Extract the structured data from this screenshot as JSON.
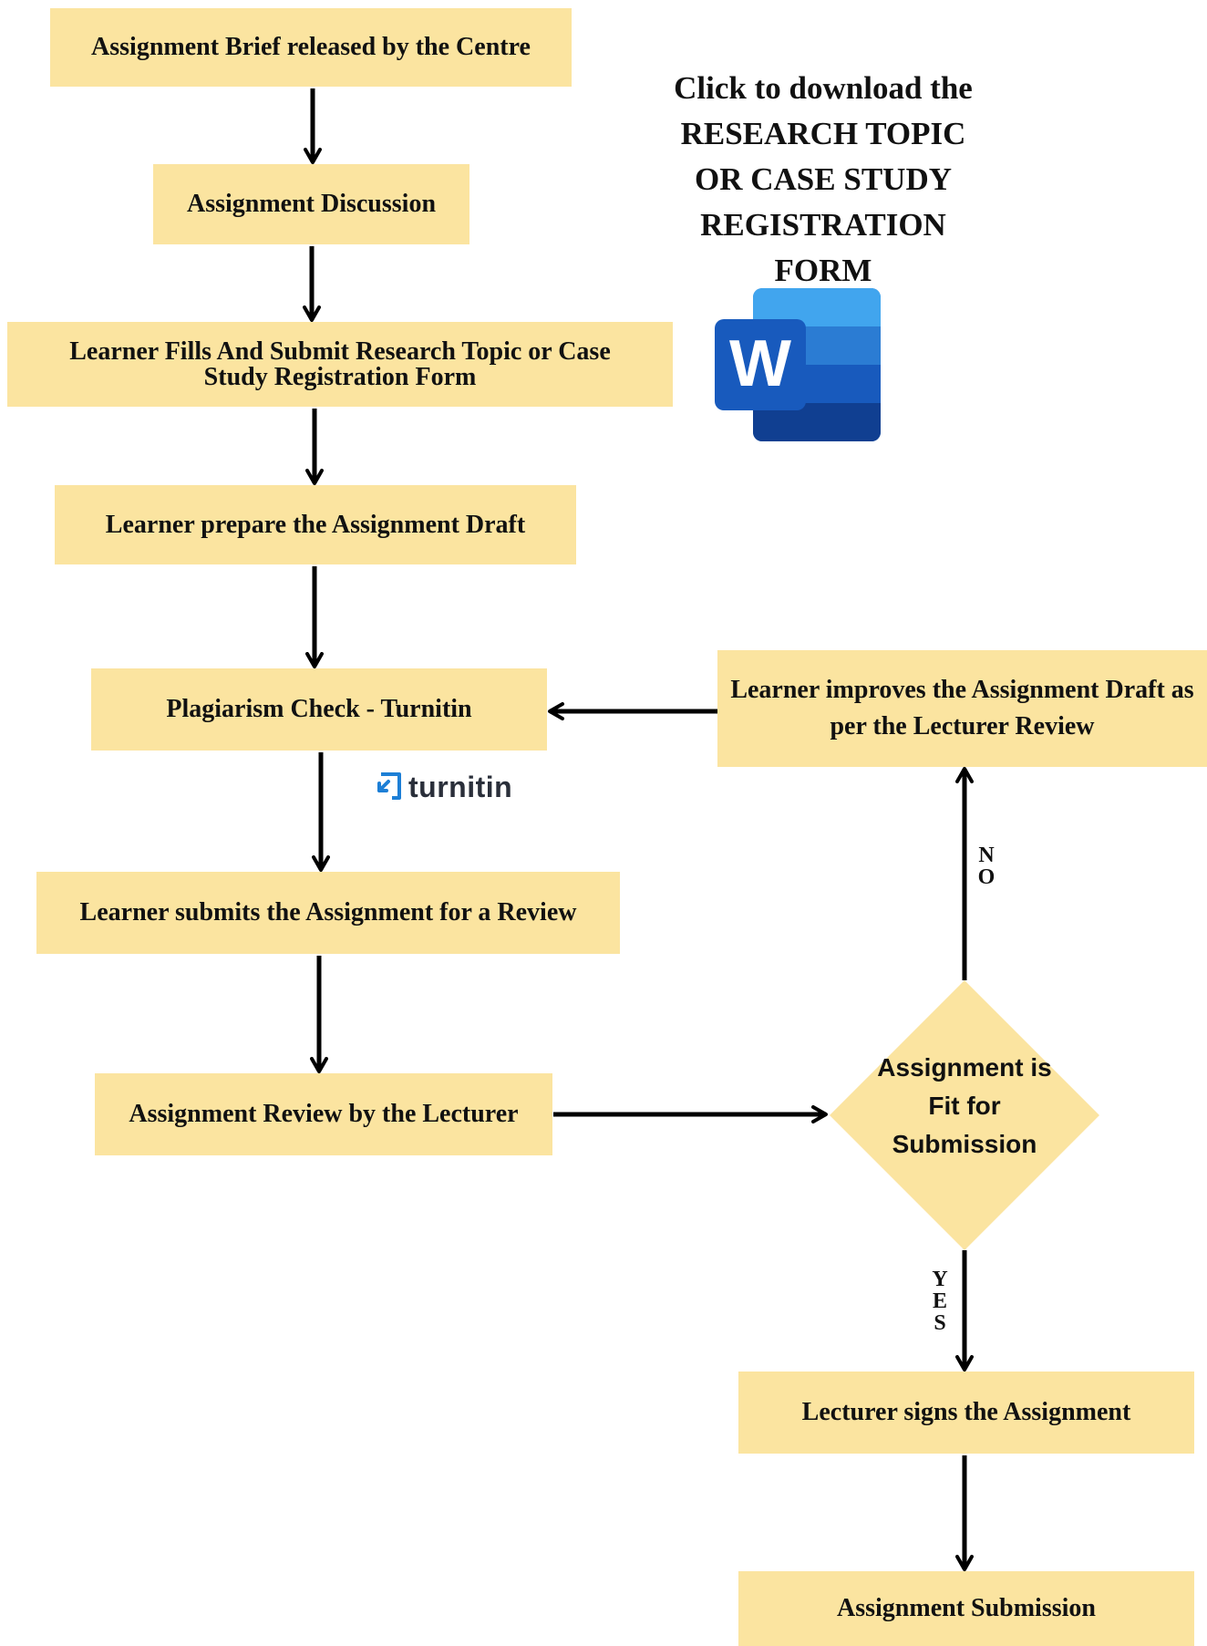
{
  "flowchart": {
    "steps": {
      "brief": "Assignment Brief released by the Centre",
      "discussion": "Assignment Discussion",
      "registration": "Learner Fills And Submit Research Topic or Case Study Registration Form",
      "draft": "Learner prepare the Assignment Draft",
      "plagiarism": "Plagiarism Check - Turnitin",
      "submit_review": "Learner submits the Assignment for a Review",
      "lecturer_review": "Assignment Review by the Lecturer",
      "improve": "Learner improves the Assignment Draft as per the Lecturer Review",
      "sign": "Lecturer signs the Assignment",
      "submission": "Assignment Submission"
    },
    "decision": {
      "line1": "Assignment is",
      "line2": "Fit for",
      "line3": "Submission"
    },
    "labels": {
      "no": [
        "N",
        "O"
      ],
      "yes": [
        "Y",
        "E",
        "S"
      ]
    }
  },
  "download": {
    "lines": [
      "Click to download the",
      "RESEARCH TOPIC",
      "OR CASE STUDY",
      "REGISTRATION",
      "FORM"
    ],
    "icon": "word-document-icon",
    "icon_letter": "W"
  },
  "turnitin": {
    "logo_text": "turnitin",
    "icon": "turnitin-logo-icon"
  },
  "colors": {
    "box_fill": "#fbe4a0",
    "arrow": "#000000",
    "word_blue_dark": "#185abd",
    "word_blue_light": "#41a5ee",
    "turnitin_blue": "#1d7fd6"
  }
}
